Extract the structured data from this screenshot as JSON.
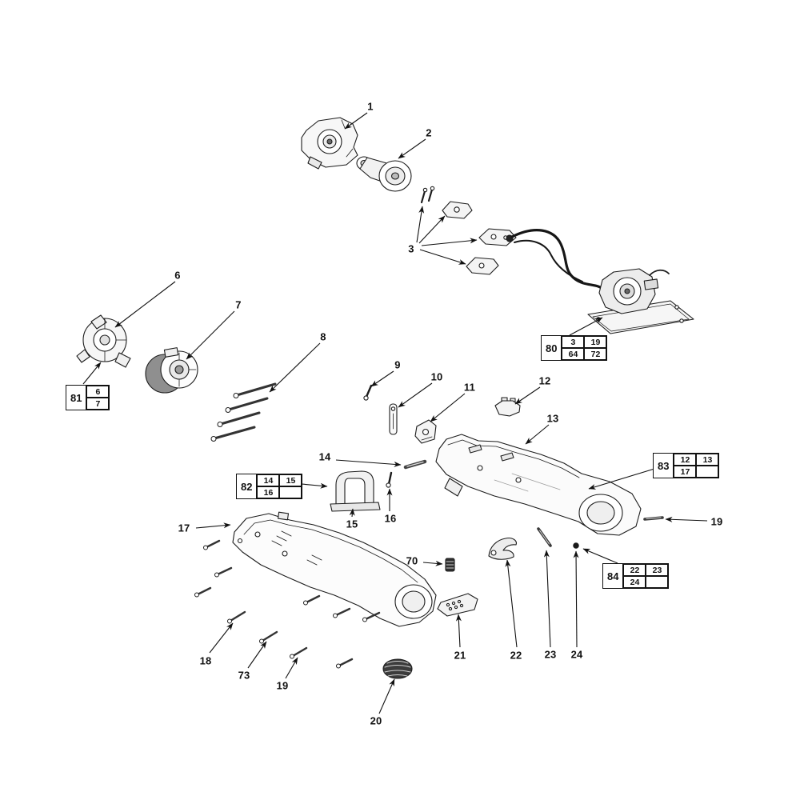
{
  "callouts": {
    "c1": "1",
    "c2": "2",
    "c3": "3",
    "c6": "6",
    "c7": "7",
    "c8": "8",
    "c9": "9",
    "c10": "10",
    "c11": "11",
    "c12": "12",
    "c13": "13",
    "c14": "14",
    "c15": "15",
    "c16": "16",
    "c17": "17",
    "c18": "18",
    "c19_right": "19",
    "c19_bottom": "19",
    "c20": "20",
    "c21": "21",
    "c22": "22",
    "c23": "23",
    "c24": "24",
    "c70": "70",
    "c73": "73"
  },
  "ref_boxes": {
    "box80": {
      "id": "80",
      "cells": [
        [
          "3",
          "19"
        ],
        [
          "64",
          "72"
        ]
      ]
    },
    "box81": {
      "id": "81",
      "cells": [
        [
          "6"
        ],
        [
          "7"
        ]
      ]
    },
    "box82": {
      "id": "82",
      "cells": [
        [
          "14",
          "15"
        ],
        [
          "16",
          ""
        ]
      ]
    },
    "box83": {
      "id": "83",
      "cells": [
        [
          "12",
          "13"
        ],
        [
          "17",
          ""
        ]
      ]
    },
    "box84": {
      "id": "84",
      "cells": [
        [
          "22",
          "23"
        ],
        [
          "24",
          ""
        ]
      ]
    }
  }
}
